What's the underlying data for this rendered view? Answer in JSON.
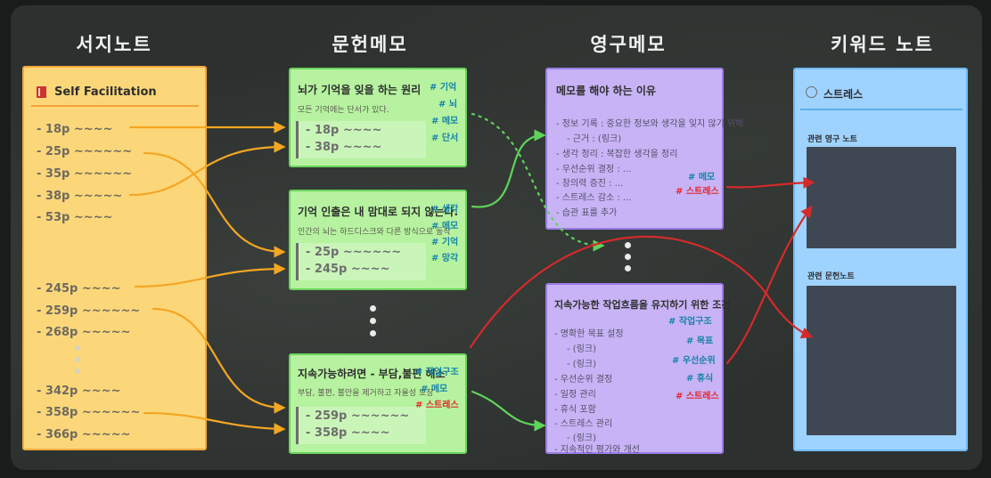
{
  "columns": {
    "literature": "서지노트",
    "reference": "문헌메모",
    "permanent": "영구메모",
    "keyword": "키워드 노트"
  },
  "literature_note": {
    "title": "Self Facilitation",
    "items_top": [
      "- 18p ~~~~",
      "- 25p ~~~~~~",
      "- 35p ~~~~~~",
      "- 38p ~~~~~",
      "- 53p ~~~~"
    ],
    "items_bottom": [
      "- 245p ~~~~",
      "- 259p ~~~~~~",
      "- 268p ~~~~~"
    ],
    "items_end": [
      "- 342p ~~~~",
      "- 358p ~~~~~~",
      "- 366p ~~~~~"
    ]
  },
  "reference_notes": [
    {
      "title": "뇌가 기억을 잊을 하는 원리",
      "subtitle": "모든 기억에는 단서가 있다.",
      "tags": [
        "# 기억",
        "# 뇌",
        "# 메모",
        "# 단서"
      ],
      "quotes": [
        "- 18p ~~~~",
        "- 38p ~~~~"
      ]
    },
    {
      "title": "기억 인출은 내 맘대로 되지 않는다.",
      "subtitle": "인간의 뇌는 하드디스크와 다른 방식으로 동작",
      "tags": [
        "# 생각",
        "# 메모",
        "# 기억",
        "# 망각"
      ],
      "quotes": [
        "- 25p ~~~~~~",
        "- 245p ~~~~"
      ]
    },
    {
      "title": "지속가능하려면 - 부담,불편 해소",
      "subtitle": "부담, 불편, 불안을 제거하고 자율성 보장",
      "tags": [
        "# 작업구조",
        "# 메모",
        "# 스트레스"
      ],
      "quotes": [
        "- 259p ~~~~~~",
        "- 358p ~~~~"
      ]
    }
  ],
  "permanent_notes": [
    {
      "title": "메모를 해야 하는 이유",
      "lines": [
        "- 정보 기록 : 중요한 정보와 생각을 잊지 않기 위해",
        "- 근거 : (링크)",
        "- 생각 정리 : 복잡한 생각을 정리",
        "- 우선순위 결정 : ...",
        "- 창의력 증진 : ...",
        "- 스트레스 감소 : ...",
        "- 습관 표를 추가"
      ],
      "tags": [
        "# 메모",
        "# 스트레스"
      ]
    },
    {
      "title": "지속가능한 작업흐름을 유지하기 위한 조건",
      "lines": [
        "- 명확한 목표 설정",
        "- (링크)",
        "- (링크)",
        "- 우선순위 결정",
        "- 일정 관리",
        "- 휴식 포함",
        "- 스트레스 관리",
        "- (링크)",
        "- 지속적인 평가와 개선"
      ],
      "tags": [
        "# 작업구조",
        "# 목표",
        "# 우선순위",
        "# 휴식",
        "# 스트레스"
      ]
    }
  ],
  "keyword_note": {
    "title": "스트레스",
    "section1": "관련 영구 노트",
    "section2": "관련 문헌노트"
  },
  "colors": {
    "literature": "#fcd77a",
    "reference": "#b6f29f",
    "permanent": "#c7b3f5",
    "keyword": "#9fd3ff",
    "arrow_orange": "#f5a623",
    "arrow_green": "#5fd45a",
    "arrow_red": "#d42a2a",
    "tag_blue": "#1684a8",
    "tag_red": "#e5262b"
  }
}
